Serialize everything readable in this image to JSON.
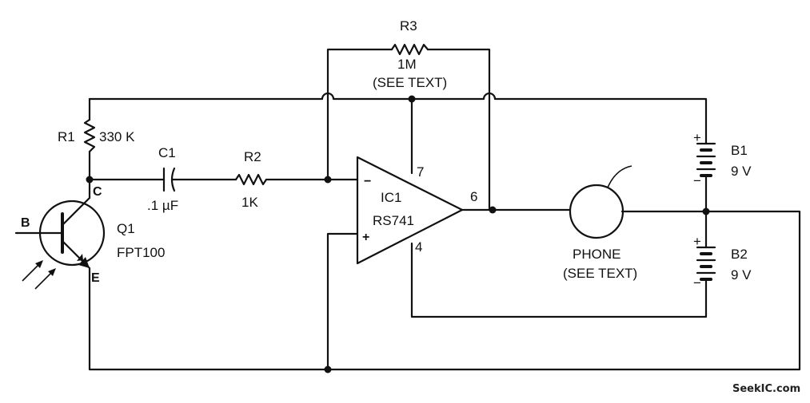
{
  "components": {
    "r3": {
      "ref": "R3",
      "value": "1M",
      "note": "(SEE TEXT)"
    },
    "r1": {
      "ref": "R1",
      "value": "330 K"
    },
    "c1": {
      "ref": "C1",
      "value": ".1 µF"
    },
    "r2": {
      "ref": "R2",
      "value": "1K"
    },
    "ic1": {
      "ref": "IC1",
      "part": "RS741",
      "pin_inv": "−",
      "pin_noninv": "+",
      "pin7": "7",
      "pin6": "6",
      "pin4": "4"
    },
    "q1": {
      "ref": "Q1",
      "part": "FPT100",
      "base": "B",
      "collector": "C",
      "emitter": "E"
    },
    "phone": {
      "label": "PHONE",
      "note": "(SEE TEXT)"
    },
    "b1": {
      "ref": "B1",
      "value": "9 V",
      "plus": "+",
      "minus": "−"
    },
    "b2": {
      "ref": "B2",
      "value": "9 V",
      "plus": "+",
      "minus": "−"
    }
  },
  "watermark": "SeekIC.com"
}
